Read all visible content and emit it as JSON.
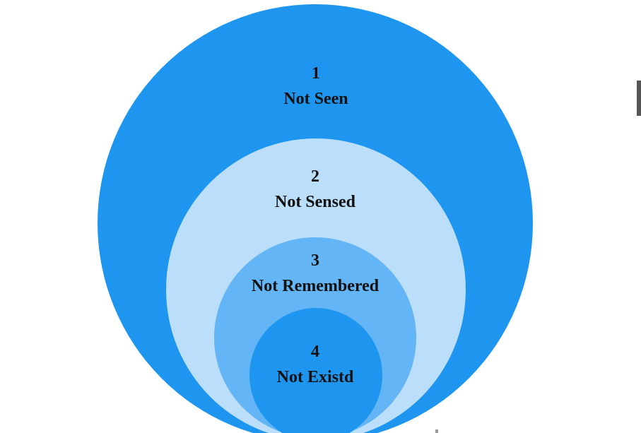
{
  "diagram": {
    "colors": {
      "ring1": "#1e96f0",
      "ring2": "#bbdefb",
      "ring3": "#64b5f6",
      "ring4": "#1e96f0",
      "text": "#111111"
    },
    "circles": [
      {
        "number": "1",
        "label": "Not Seen"
      },
      {
        "number": "2",
        "label": "Not Sensed"
      },
      {
        "number": "3",
        "label": "Not Remembered"
      },
      {
        "number": "4",
        "label": "Not Existd"
      }
    ]
  }
}
